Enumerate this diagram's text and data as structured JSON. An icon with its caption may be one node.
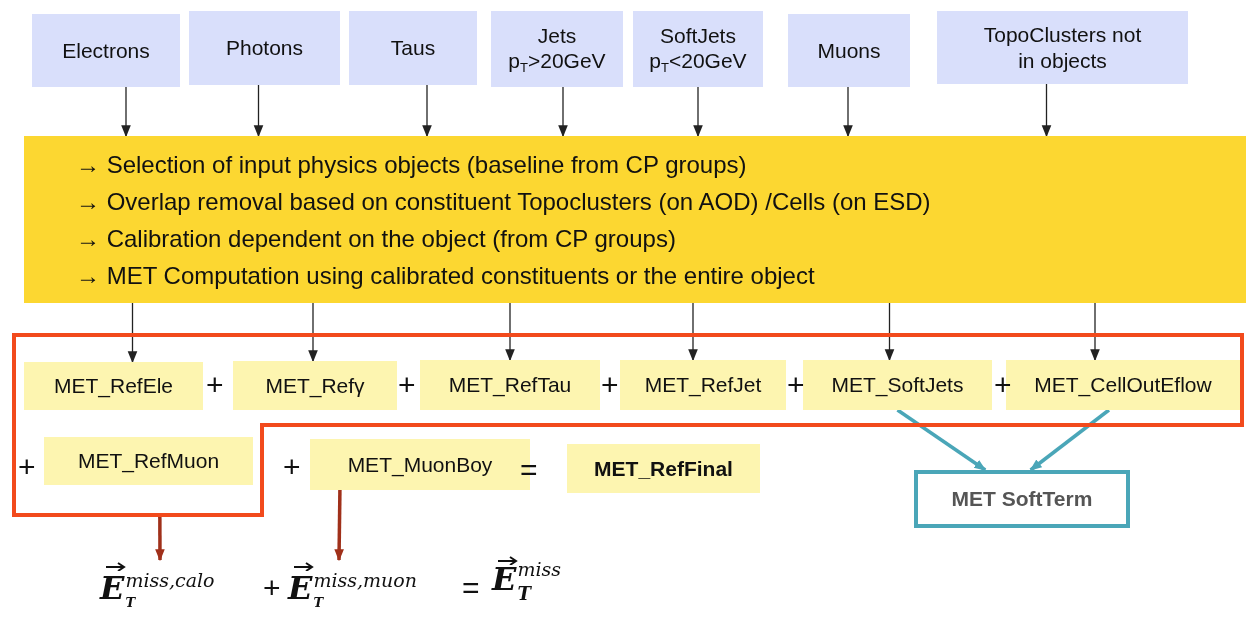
{
  "diagram": {
    "nodes": [
      {
        "text": [
          "Electrons"
        ]
      },
      {
        "text": [
          "Photons"
        ]
      },
      {
        "text": [
          "Taus"
        ]
      },
      {
        "text": [
          "Jets p$_{T}$>20GeV"
        ]
      },
      {
        "text": [
          "SoftJets p$_{T}$<20GeV"
        ]
      },
      {
        "text": [
          "Muons"
        ]
      },
      {
        "text": [
          "TopoClusters not in objects"
        ]
      },
      {
        "text": [
          "→ Selection of input physics objects (baseline from CP groups)",
          "→ Overlap removal based on constituent Topoclusters (on AOD) /Cells (on ESD)",
          "→ Calibration dependent on the object (from CP groups)",
          "→ MET Computation using calibrated constituents or the entire object"
        ]
      },
      {
        "text": [],
        "shape": "box"
      },
      {
        "text": [
          "MET_RefEle"
        ],
        "in": 8
      },
      {
        "text": [
          "MET_Refγ"
        ],
        "in": 8
      },
      {
        "text": [
          "MET_RefTau"
        ],
        "in": 8
      },
      {
        "text": [
          "MET_RefJet"
        ],
        "in": 8
      },
      {
        "text": [
          "MET_SoftJets"
        ],
        "in": 8
      },
      {
        "text": [
          "MET_CellOutEflow"
        ],
        "in": 8
      },
      {
        "text": [
          "MET_RefMuon"
        ],
        "in": 8
      },
      {
        "text": [
          "MET_MuonBoy"
        ]
      },
      {
        "text": [
          "MET_RefFinal"
        ]
      },
      {
        "text": [
          "MET SoftTerm"
        ]
      },
      {
        "text": [
          "E$^{miss,calo}$$_{T}$"
        ]
      },
      {
        "text": [
          "E$^{miss,muon}$$_{T}$"
        ]
      }
    ],
    "edges": [
      {
        "from": 0,
        "to": 7,
        "arrow": "to"
      },
      {
        "from": 1,
        "to": 7,
        "arrow": "to"
      },
      {
        "from": 2,
        "to": 7,
        "arrow": "to"
      },
      {
        "from": 3,
        "to": 7,
        "arrow": "to"
      },
      {
        "from": 4,
        "to": 7,
        "arrow": "to"
      },
      {
        "from": 5,
        "to": 7,
        "arrow": "to"
      },
      {
        "from": 6,
        "to": 7,
        "arrow": "to"
      },
      {
        "from": 7,
        "to": 9,
        "arrow": "to"
      },
      {
        "from": 7,
        "to": 10,
        "arrow": "to"
      },
      {
        "from": 7,
        "to": 11,
        "arrow": "to"
      },
      {
        "from": 7,
        "to": 12,
        "arrow": "to"
      },
      {
        "from": 7,
        "to": 13,
        "arrow": "to"
      },
      {
        "from": 7,
        "to": 14,
        "arrow": "to"
      },
      {
        "from": 13,
        "to": 18,
        "arrow": "to",
        "style": "thick",
        "color": "#4aa6b8"
      },
      {
        "from": 14,
        "to": 18,
        "arrow": "to",
        "style": "thick",
        "color": "#4aa6b8"
      },
      {
        "from": 8,
        "to": 19,
        "arrow": "to",
        "style": "thick",
        "color": "#a0301a"
      },
      {
        "from": 16,
        "to": 20,
        "arrow": "to",
        "style": "thick",
        "color": "#a0301a"
      }
    ],
    "labels": [
      "+",
      "+",
      "+",
      "+",
      "+",
      "+",
      "+",
      "=",
      "+",
      "=",
      "E$^{miss}$$_{T}$"
    ]
  }
}
